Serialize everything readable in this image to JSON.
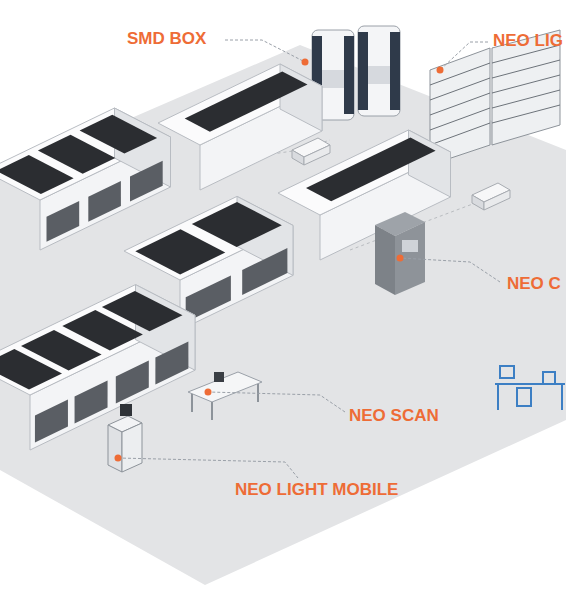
{
  "diagram": {
    "labels": [
      "SMD BOX",
      "NEO LIG",
      "NEO C",
      "NEO SCAN",
      "NEO LIGHT MOBILE"
    ]
  }
}
